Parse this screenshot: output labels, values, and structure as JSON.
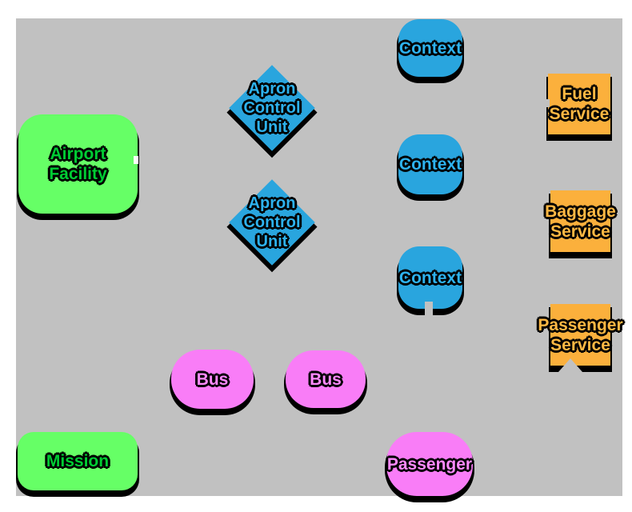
{
  "colors": {
    "background": "#C1C1C1",
    "page": "#FFFFFF",
    "shadow": "#000000",
    "green": "#66FF66",
    "green_text": "#00CC33",
    "blue": "#29A5DE",
    "blue_text": "#2DB2EE",
    "orange": "#FBB03C",
    "orange_text": "#FFB843",
    "magenta": "#F97DF7",
    "magenta_text": "#FF8AFF",
    "notch_white": "#FFFFFF"
  },
  "nodes": {
    "airport_facility": {
      "label": "Airport\nFacility",
      "shape": "rounded-rectangle",
      "color": "green"
    },
    "mission": {
      "label": "Mission",
      "shape": "rounded-rectangle",
      "color": "green"
    },
    "apron_control_unit_1": {
      "label": "Apron\nControl\nUnit",
      "shape": "diamond",
      "color": "blue"
    },
    "apron_control_unit_2": {
      "label": "Apron\nControl\nUnit",
      "shape": "diamond",
      "color": "blue"
    },
    "context_1": {
      "label": "Context",
      "shape": "squircle",
      "color": "blue"
    },
    "context_2": {
      "label": "Context",
      "shape": "squircle",
      "color": "blue"
    },
    "context_3": {
      "label": "Context",
      "shape": "squircle",
      "color": "blue"
    },
    "fuel_service": {
      "label": "Fuel\nService",
      "shape": "square",
      "color": "orange"
    },
    "baggage_service": {
      "label": "Baggage\nService",
      "shape": "square",
      "color": "orange"
    },
    "passenger_service": {
      "label": "Passenger\nService",
      "shape": "square",
      "color": "orange"
    },
    "bus_1": {
      "label": "Bus",
      "shape": "pill",
      "color": "magenta"
    },
    "bus_2": {
      "label": "Bus",
      "shape": "pill",
      "color": "magenta"
    },
    "passenger": {
      "label": "Passenger",
      "shape": "pill",
      "color": "magenta"
    }
  }
}
